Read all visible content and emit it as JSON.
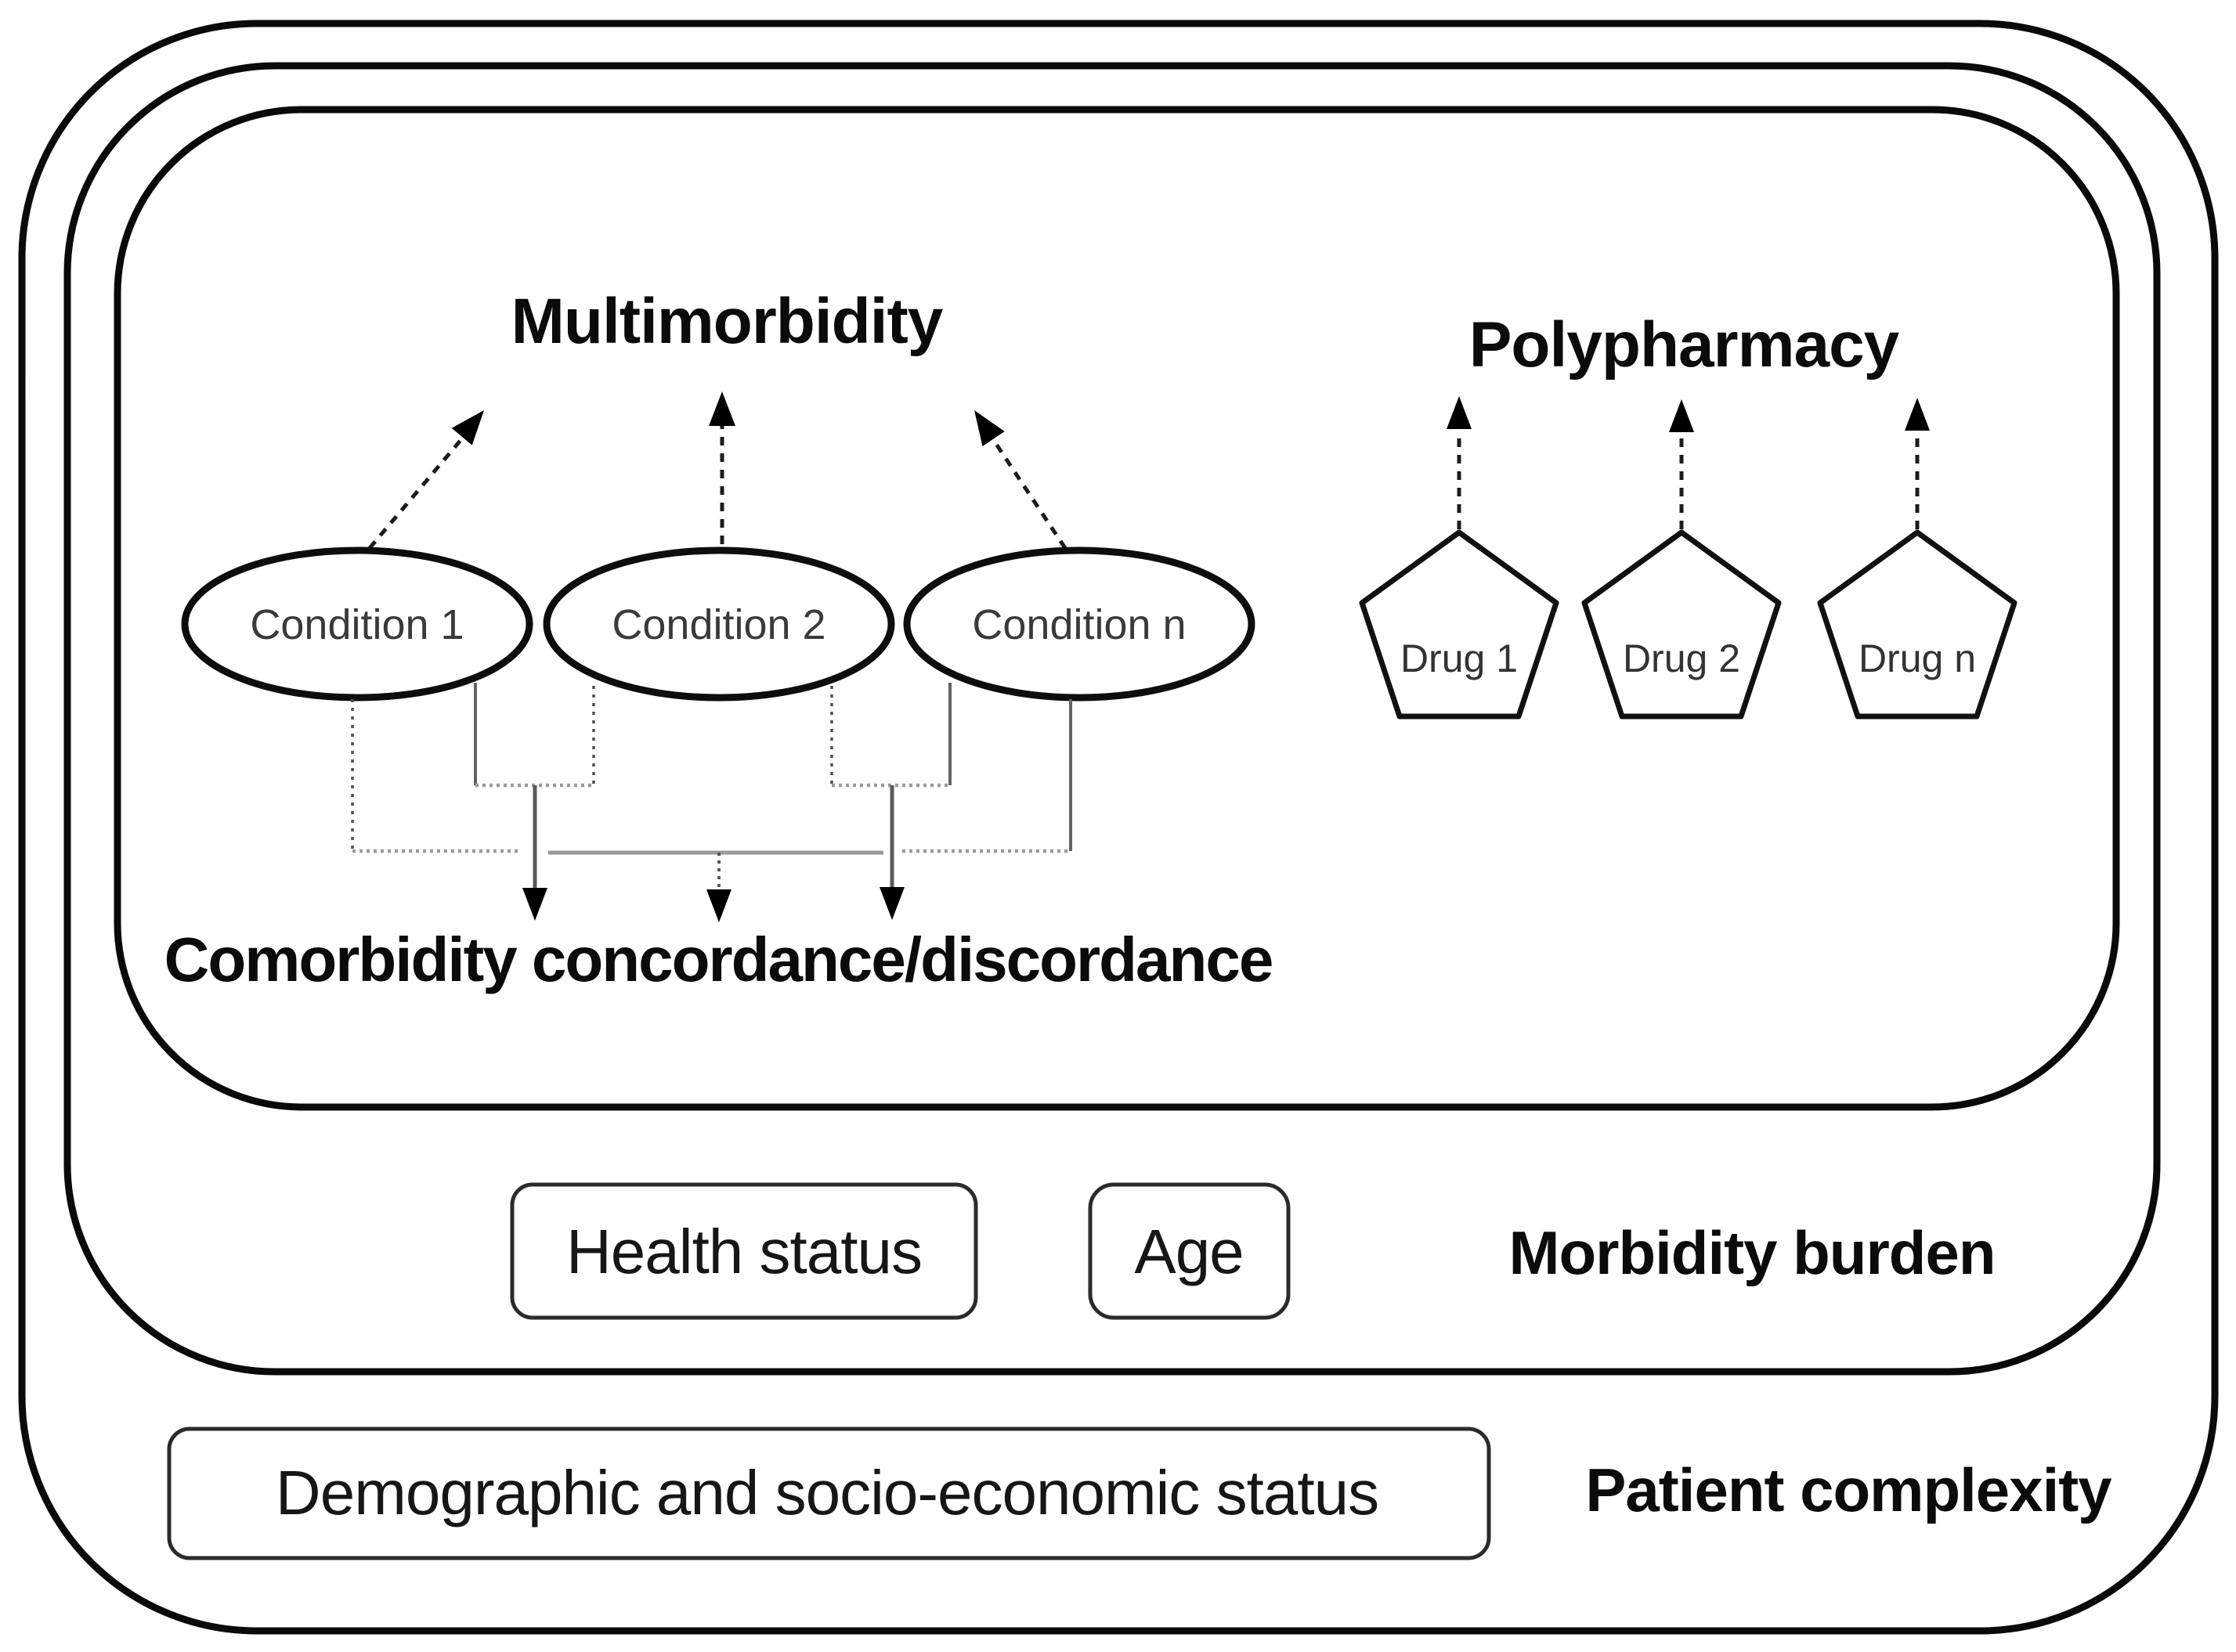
{
  "figure": {
    "multimorbidity": {
      "title": "Multimorbidity",
      "conditions": [
        "Condition 1",
        "Condition 2",
        "Condition n"
      ]
    },
    "polypharmacy": {
      "title": "Polypharmacy",
      "drugs": [
        "Drug 1",
        "Drug 2",
        "Drug n"
      ]
    },
    "comorbidity_label": "Comorbidity concordance/discordance",
    "morbidity_band": {
      "health_status": "Health status",
      "age": "Age",
      "label": "Morbidity burden"
    },
    "patient_band": {
      "demographic": "Demographic and socio-economic status",
      "label": "Patient complexity"
    },
    "colors": {
      "ink": "#000000",
      "connector_gray": "#9a9a9a",
      "background": "#ffffff"
    }
  }
}
